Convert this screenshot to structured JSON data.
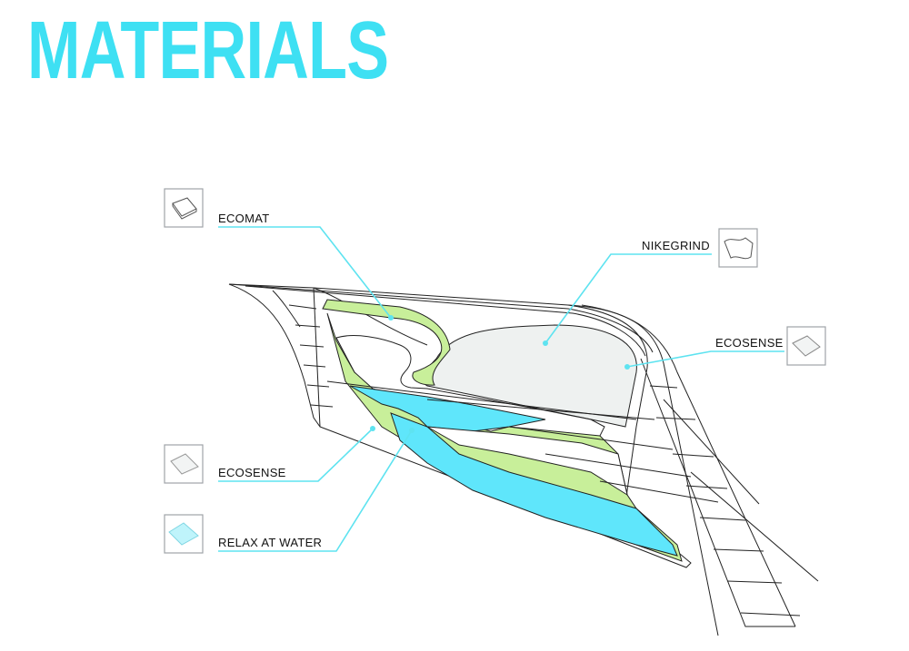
{
  "title": "MATERIALS",
  "colors": {
    "accent": "#3ee0f3",
    "leader": "#5ee3f0",
    "turf_green": "#c8ef9a",
    "water_blue": "#5fe6fb",
    "hardscape": "#eef1f0"
  },
  "materials": [
    {
      "label": "ECOMAT",
      "icon": "ecomat-tile-icon"
    },
    {
      "label": "NIKEGRIND",
      "icon": "nikegrind-tile-icon"
    },
    {
      "label": "ECOSENSE",
      "icon": "ecosense-tile-icon"
    },
    {
      "label": "ECOSENSE",
      "icon": "ecosense-tile-icon"
    },
    {
      "label": "RELAX AT WATER",
      "icon": "water-tile-icon"
    }
  ]
}
